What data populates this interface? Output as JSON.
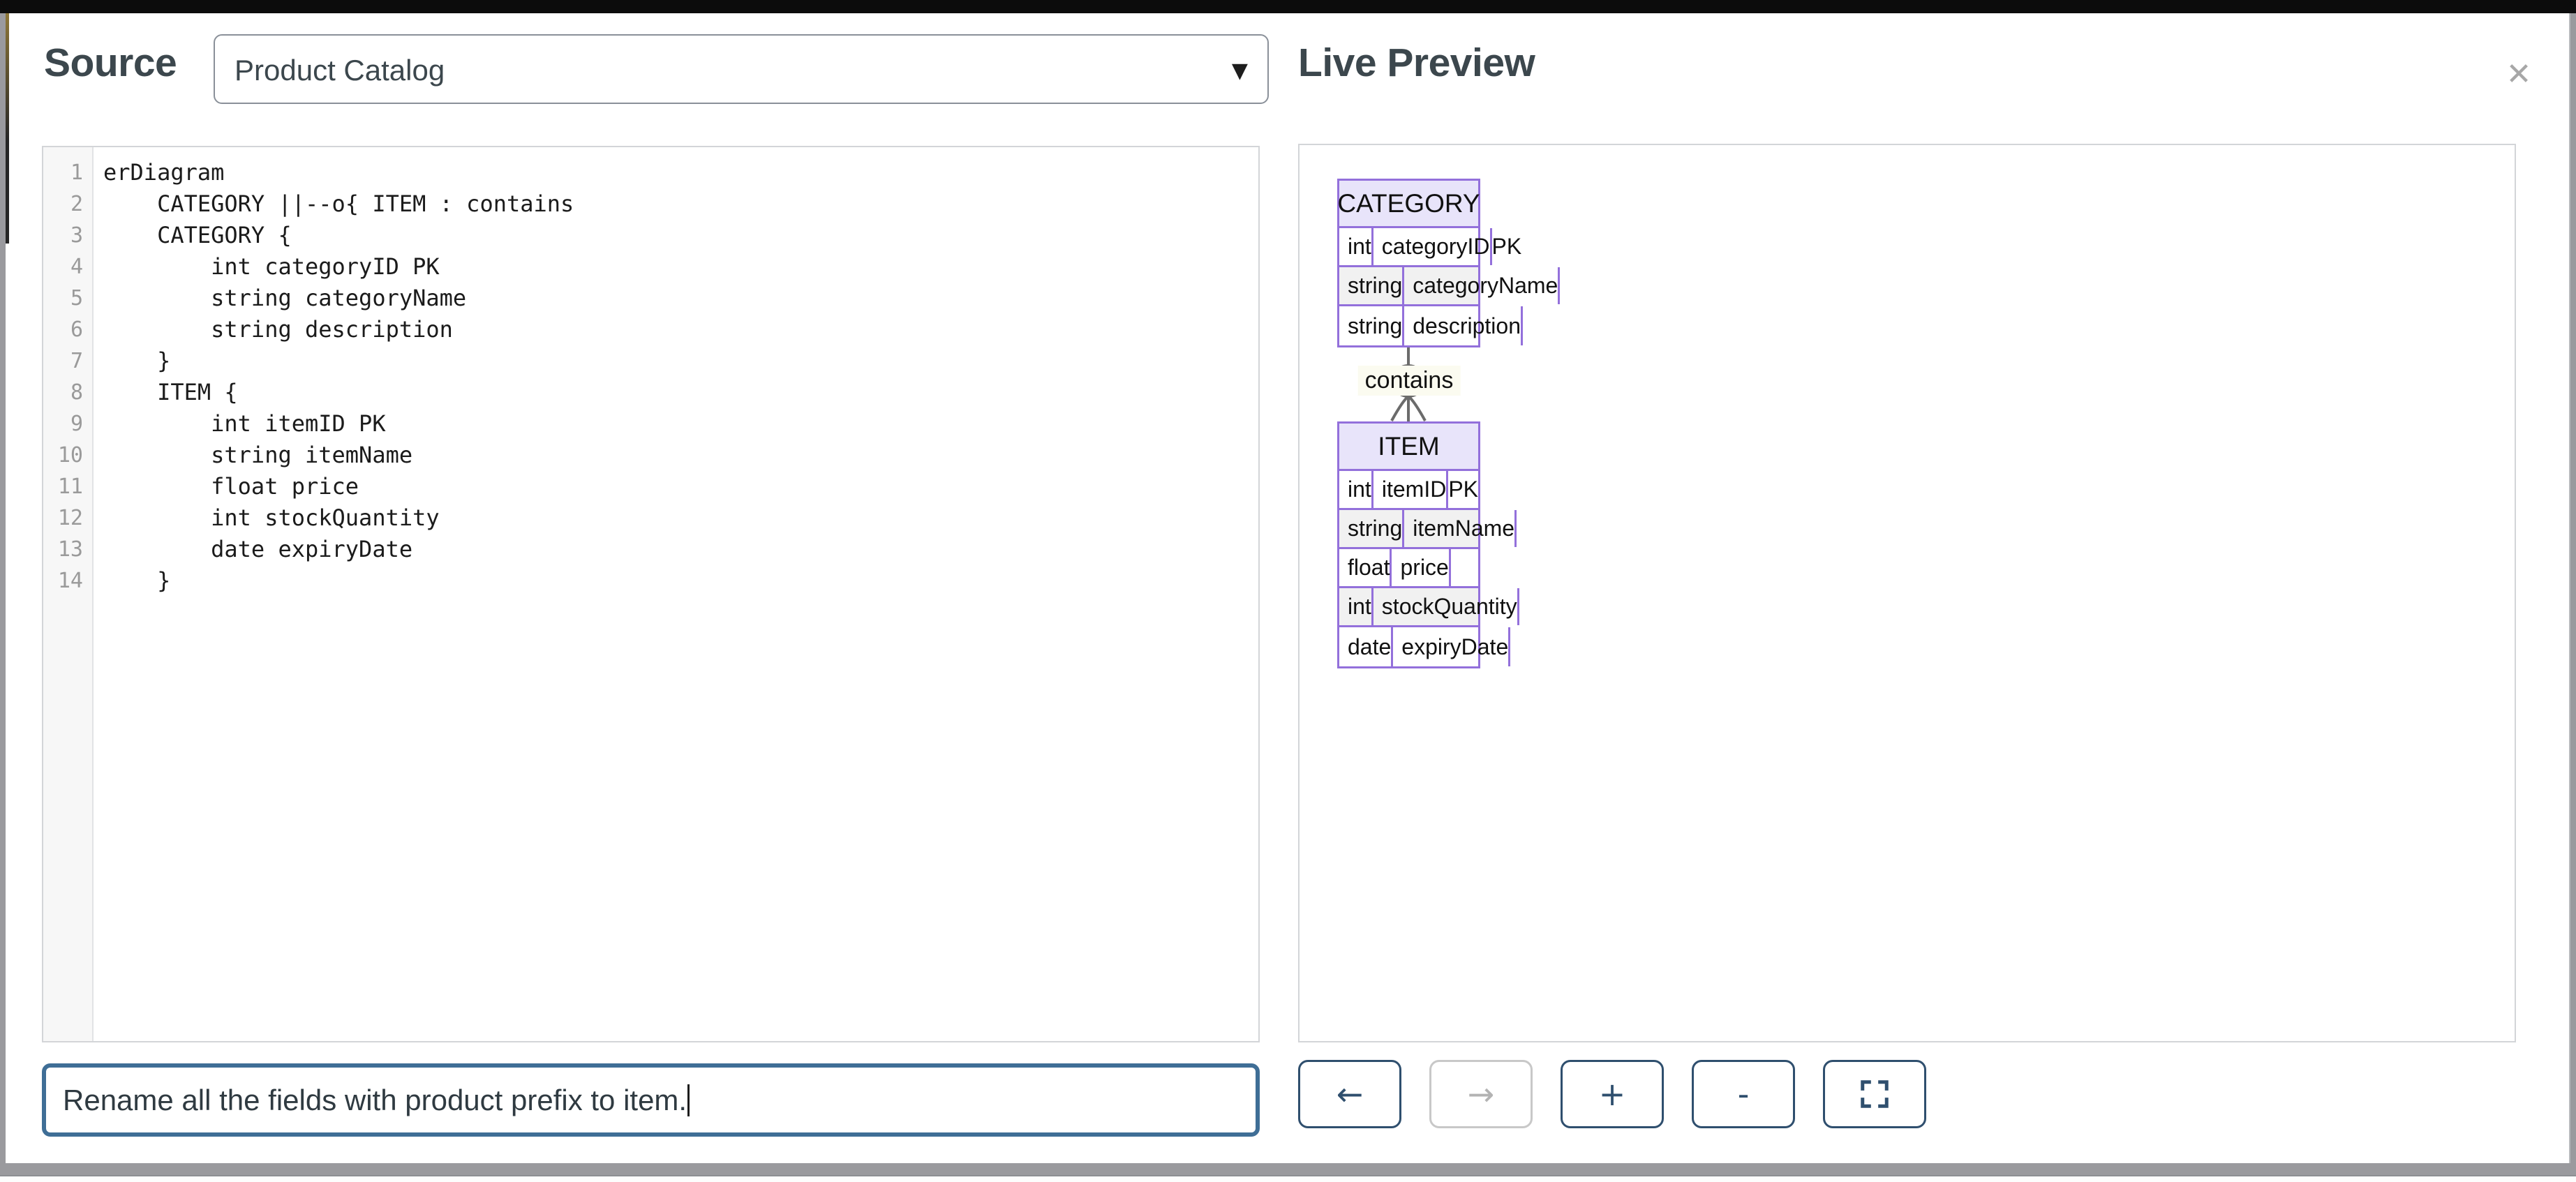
{
  "window": {
    "close_label": "✕"
  },
  "header": {
    "source_title": "Source",
    "preview_title": "Live Preview",
    "selector": {
      "value": "Product Catalog",
      "chevron": "▼"
    }
  },
  "editor": {
    "line_numbers": [
      "1",
      "2",
      "3",
      "4",
      "5",
      "6",
      "7",
      "8",
      "9",
      "10",
      "11",
      "12",
      "13",
      "14"
    ],
    "lines": [
      "erDiagram",
      "    CATEGORY ||--o{ ITEM : contains",
      "    CATEGORY {",
      "        int categoryID PK",
      "        string categoryName",
      "        string description",
      "    }",
      "    ITEM {",
      "        int itemID PK",
      "        string itemName",
      "        float price",
      "        int stockQuantity",
      "        date expiryDate",
      "    }"
    ]
  },
  "prompt": {
    "value": "Rename all the fields with product prefix to item.",
    "placeholder": "Rename all the fields with product prefix to item."
  },
  "diagram": {
    "type": "er-diagram",
    "entities": [
      {
        "name": "CATEGORY",
        "attributes": [
          {
            "type": "int",
            "name": "categoryID",
            "key": "PK"
          },
          {
            "type": "string",
            "name": "categoryName",
            "key": ""
          },
          {
            "type": "string",
            "name": "description",
            "key": ""
          }
        ]
      },
      {
        "name": "ITEM",
        "attributes": [
          {
            "type": "int",
            "name": "itemID",
            "key": "PK"
          },
          {
            "type": "string",
            "name": "itemName",
            "key": ""
          },
          {
            "type": "float",
            "name": "price",
            "key": ""
          },
          {
            "type": "int",
            "name": "stockQuantity",
            "key": ""
          },
          {
            "type": "date",
            "name": "expiryDate",
            "key": ""
          }
        ]
      }
    ],
    "relationship": {
      "label": "contains",
      "from": "CATEGORY",
      "to": "ITEM",
      "cardinality": "one-to-zero-or-many"
    },
    "colors": {
      "entity_border": "#9370db",
      "entity_header_fill": "#e8e4fa",
      "row_alt_fill": "#f1f1f1",
      "label_fill": "#fbfbf0"
    }
  },
  "toolbar": {
    "buttons": [
      {
        "name": "undo",
        "glyph": "←",
        "disabled": false
      },
      {
        "name": "redo",
        "glyph": "→",
        "disabled": true
      },
      {
        "name": "zoom-in",
        "glyph": "+",
        "disabled": false
      },
      {
        "name": "zoom-out",
        "glyph": "-",
        "disabled": false
      },
      {
        "name": "fit-to-screen",
        "glyph": "",
        "disabled": false
      }
    ]
  }
}
